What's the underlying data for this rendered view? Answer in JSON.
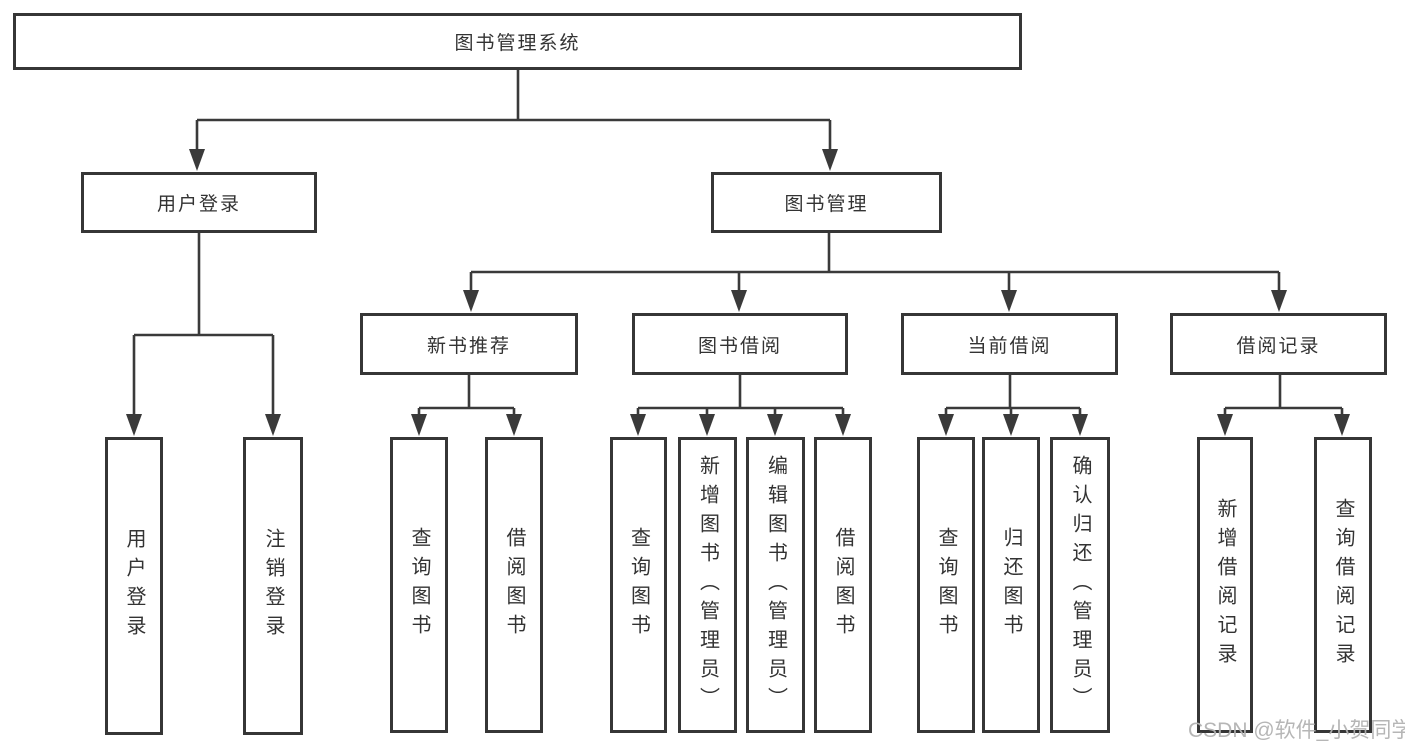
{
  "diagram": {
    "root_label": "图书管理系统",
    "branches": [
      {
        "label": "用户登录",
        "children": [
          {
            "label": "用户登录"
          },
          {
            "label": "注销登录"
          }
        ]
      },
      {
        "label": "图书管理",
        "children": [
          {
            "label": "新书推荐",
            "children": [
              {
                "label": "查询图书"
              },
              {
                "label": "借阅图书"
              }
            ]
          },
          {
            "label": "图书借阅",
            "children": [
              {
                "label": "查询图书"
              },
              {
                "label": "新增图书（管理员）"
              },
              {
                "label": "编辑图书（管理员）"
              },
              {
                "label": "借阅图书"
              }
            ]
          },
          {
            "label": "当前借阅",
            "children": [
              {
                "label": "查询图书"
              },
              {
                "label": "归还图书"
              },
              {
                "label": "确认归还（管理员）"
              }
            ]
          },
          {
            "label": "借阅记录",
            "children": [
              {
                "label": "新增借阅记录"
              },
              {
                "label": "查询借阅记录"
              }
            ]
          }
        ]
      }
    ],
    "watermark": "CSDN @软件_小贺同学",
    "colors": {
      "line": "#3a3a3a",
      "box_border": "#363636",
      "text": "#333333",
      "watermark": "#b2b2b2",
      "background": "#ffffff"
    }
  }
}
